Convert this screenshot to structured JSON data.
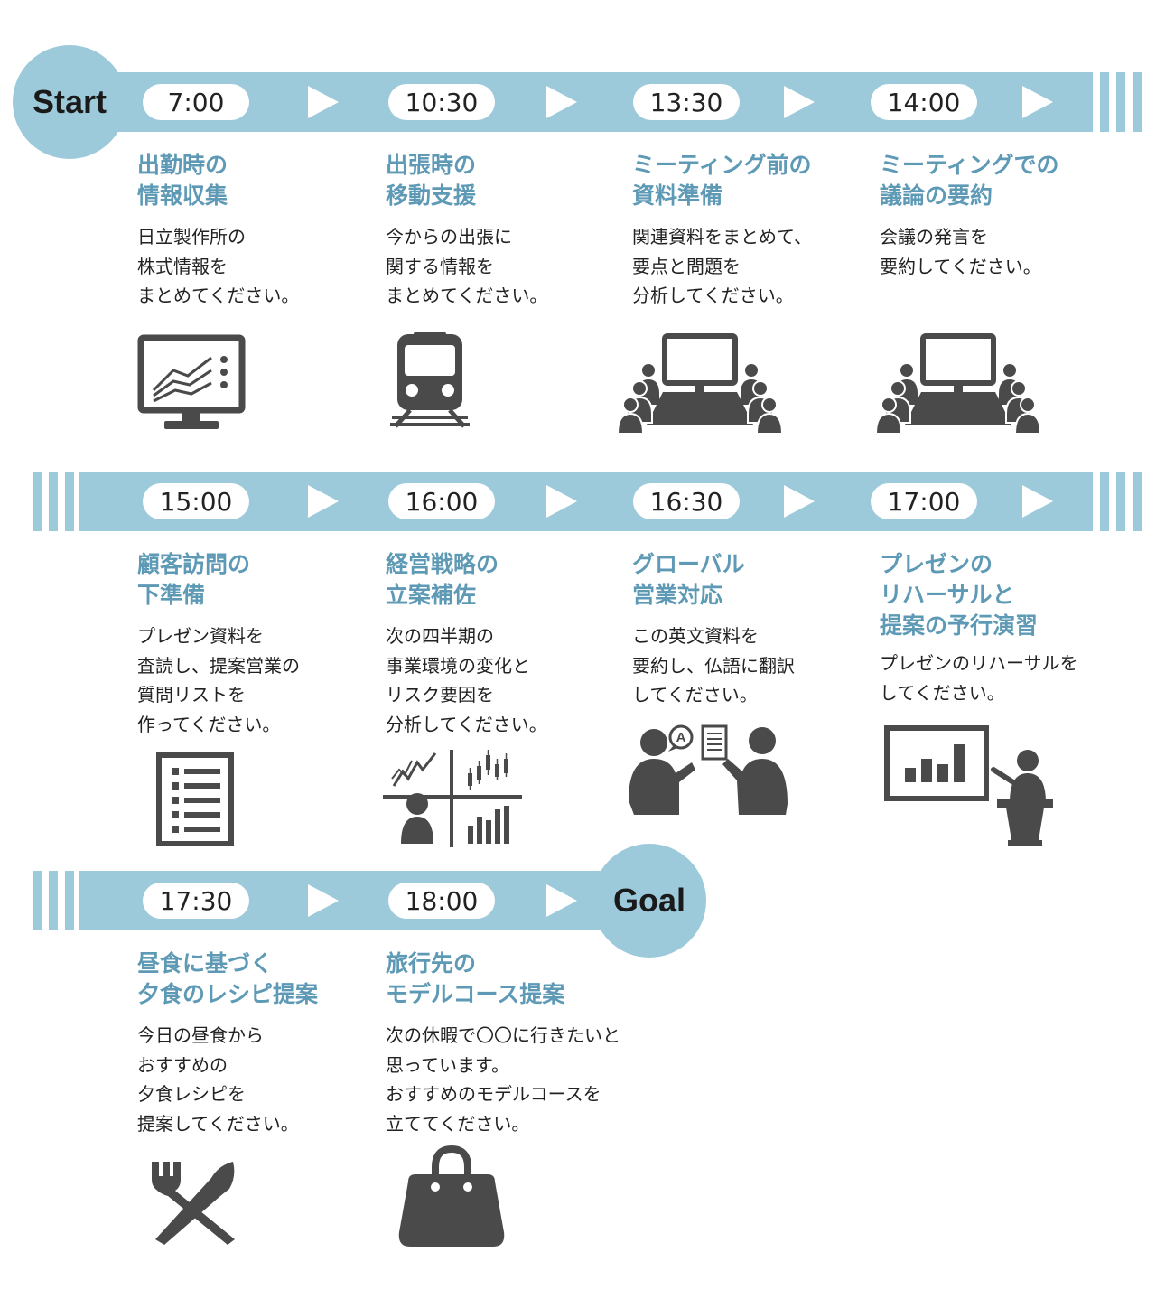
{
  "start_label": "Start",
  "goal_label": "Goal",
  "steps": [
    {
      "time": "7:00",
      "title": "出勤時の\n情報収集",
      "desc": "日立製作所の\n株式情報を\nまとめてください。",
      "icon": "monitor-chart-icon"
    },
    {
      "time": "10:30",
      "title": "出張時の\n移動支援",
      "desc": "今からの出張に\n関する情報を\nまとめてください。",
      "icon": "train-icon"
    },
    {
      "time": "13:30",
      "title": "ミーティング前の\n資料準備",
      "desc": "関連資料をまとめて、\n要点と問題を\n分析してください。",
      "icon": "meeting-icon"
    },
    {
      "time": "14:00",
      "title": "ミーティングでの\n議論の要約",
      "desc": "会議の発言を\n要約してください。",
      "icon": "meeting-icon"
    },
    {
      "time": "15:00",
      "title": "顧客訪問の\n下準備",
      "desc": "プレゼン資料を\n査読し、提案営業の\n質問リストを\n作ってください。",
      "icon": "checklist-icon"
    },
    {
      "time": "16:00",
      "title": "経営戦略の\n立案補佐",
      "desc": "次の四半期の\n事業環境の変化と\nリスク要因を\n分析してください。",
      "icon": "analysis-icon"
    },
    {
      "time": "16:30",
      "title": "グローバル\n営業対応",
      "desc": "この英文資料を\n要約し、仏語に翻訳\nしてください。",
      "icon": "translation-icon"
    },
    {
      "time": "17:00",
      "title": "プレゼンの\nリハーサルと\n提案の予行演習",
      "desc": "プレゼンのリハーサルを\nしてください。",
      "icon": "presentation-icon"
    },
    {
      "time": "17:30",
      "title": "昼食に基づく\n夕食のレシピ提案",
      "desc": "今日の昼食から\nおすすめの\n夕食レシピを\n提案してください。",
      "icon": "cutlery-icon"
    },
    {
      "time": "18:00",
      "title": "旅行先の\nモデルコース提案",
      "desc": "次の休暇で〇〇に行きたいと\n思っています。\nおすすめのモデルコースを\n立ててください。",
      "icon": "bag-icon"
    }
  ],
  "colors": {
    "band": "#9ccadb",
    "title": "#5e9ab5",
    "icon": "#4a4a4a"
  }
}
